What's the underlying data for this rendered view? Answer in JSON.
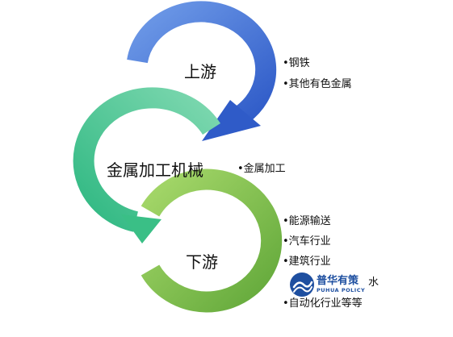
{
  "stages": [
    {
      "id": "upstream",
      "label": "上游",
      "color_light": "#6f9be8",
      "color_dark": "#2f5bc8",
      "items": [
        "钢铁",
        "其他有色金属"
      ]
    },
    {
      "id": "midstream",
      "label": "金属加工机械",
      "color_light": "#7ed8b0",
      "color_dark": "#2fb882",
      "items": [
        "金属加工"
      ]
    },
    {
      "id": "downstream",
      "label": "下游",
      "color_light": "#a6d86a",
      "color_dark": "#62a83a",
      "items": [
        "能源输送",
        "汽车行业",
        "建筑行业",
        "水",
        "自动化行业等等"
      ]
    }
  ],
  "bullet": "•",
  "watermark": {
    "name_cn": "普华有策",
    "name_en": "PUHUA POLICY",
    "color": "#1e4fa0"
  }
}
